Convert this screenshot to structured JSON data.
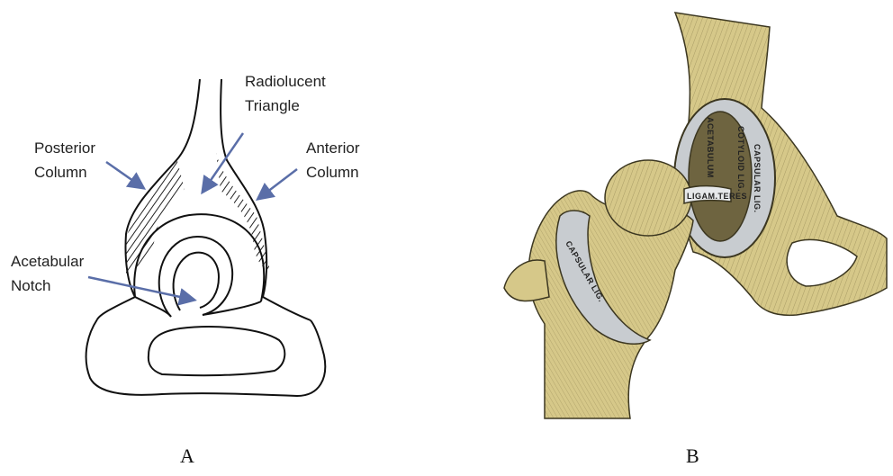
{
  "panel_a": {
    "caption": "A",
    "labels": {
      "radiolucent_1": "Radiolucent",
      "radiolucent_2": "Triangle",
      "posterior_1": "Posterior",
      "posterior_2": "Column",
      "anterior_1": "Anterior",
      "anterior_2": "Column",
      "notch_1": "Acetabular",
      "notch_2": "Notch"
    },
    "arrow_color": "#5a6ea8"
  },
  "panel_b": {
    "caption": "B",
    "labels": {
      "acetabulum": "ACETABULUM",
      "cotyloid": "COTYLOID LIG.",
      "capsular_right": "CAPSULAR LIG.",
      "capsular_left": "CAPSULAR LIG.",
      "ligam_teres": "LIGAM.TERES"
    },
    "bone_color": "#d6c889",
    "ligament_color": "#c8ccd0"
  }
}
